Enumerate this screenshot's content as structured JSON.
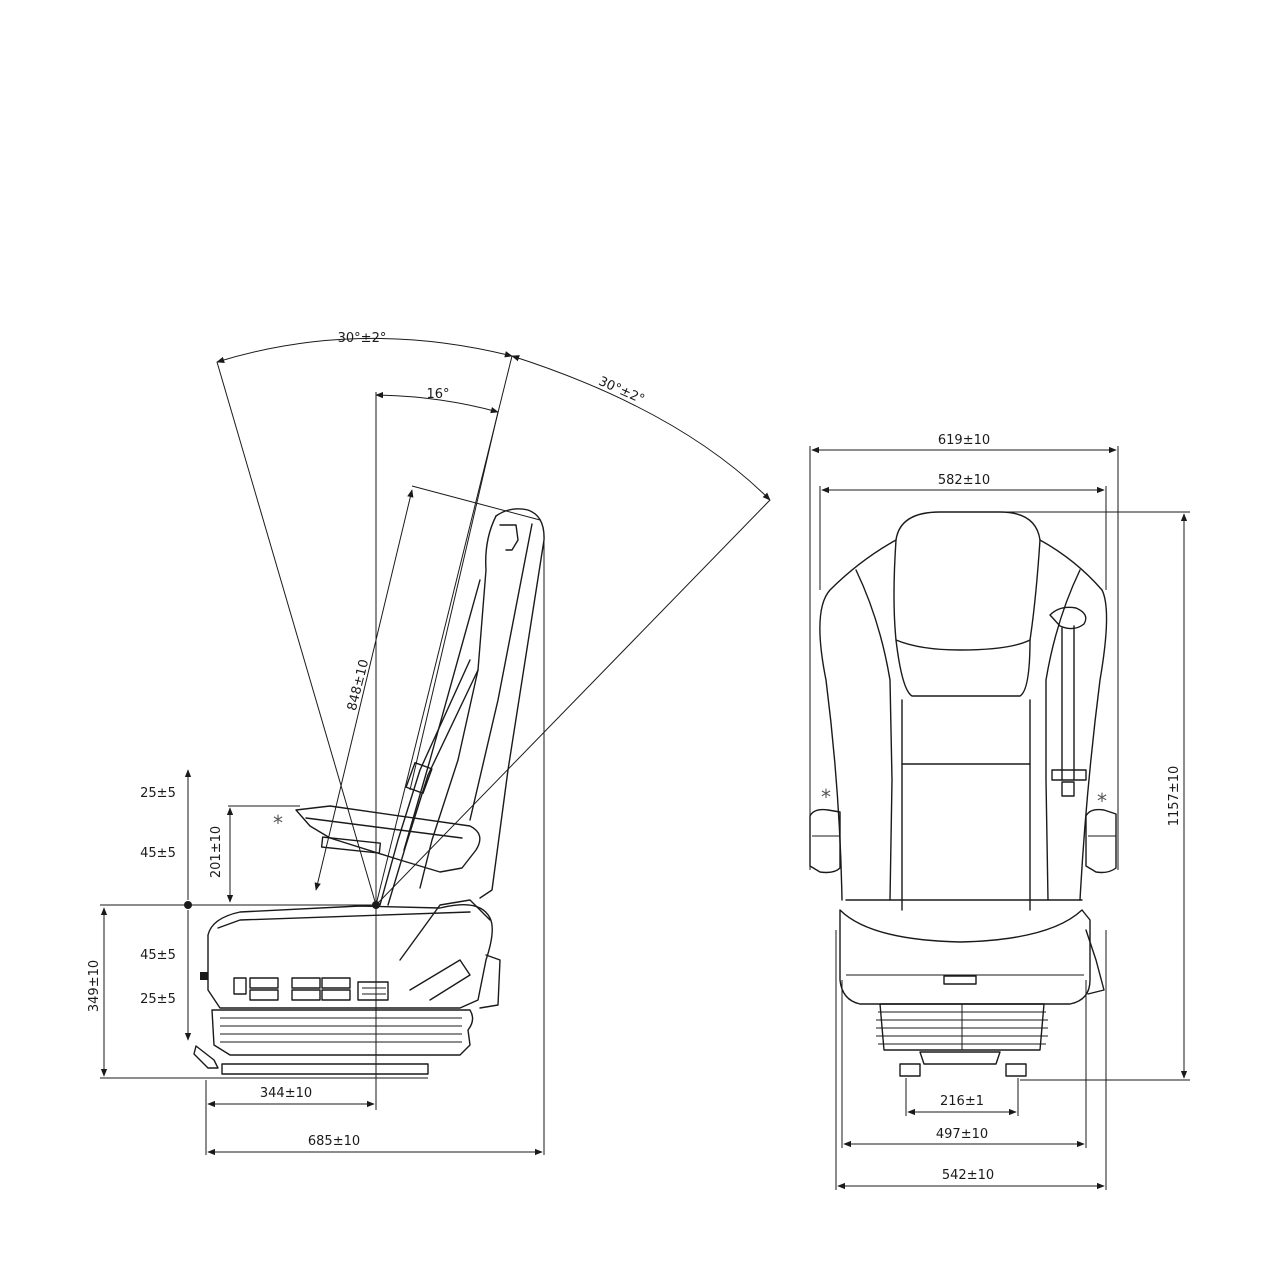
{
  "side_view": {
    "angle_left": "30°±2°",
    "angle_mid": "16°",
    "angle_right": "30°±2°",
    "backrest_height": "848±10",
    "armrest_height": "201±10",
    "armrest_range_top": "25±5",
    "armrest_range_bottom": "45±5",
    "suspension_up": "45±5",
    "suspension_down": "25±5",
    "seat_height": "349±10",
    "seat_reference": "344±10",
    "overall_depth": "685±10",
    "armrest_marker": "*"
  },
  "front_view": {
    "overall_width": "619±10",
    "backrest_width": "582±10",
    "overall_height": "1157±10",
    "mounting_width": "216±1",
    "base_width": "497±10",
    "cushion_width": "542±10",
    "armrest_marker_left": "*",
    "armrest_marker_right": "*"
  },
  "colors": {
    "line": "#1a1a1a",
    "marker": "#555555",
    "background": "#ffffff"
  }
}
